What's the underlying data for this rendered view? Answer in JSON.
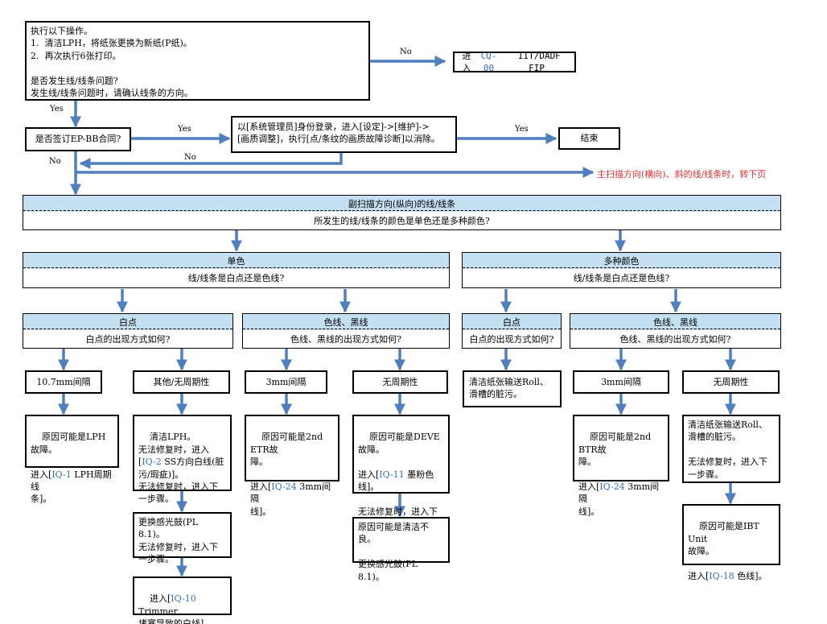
{
  "boxes": {
    "step1": "执行以下操作。\n1.  清洁LPH，将纸张更换为新纸(P纸)。\n2.  再次执行6张打印。\n\n是否发生线/线条问题?\n发生线/线条问题时，请确认线条的方向。",
    "cq_pre": "进入",
    "cq_ref": "CQ-00",
    "cq_post": " IIT/DADF FIP",
    "contract": "是否签订EP-BB合同?",
    "admin": "以[系统管理员]身份登录，进入[设定]->[维护]->\n[画质调整]，执行[点/条纹的画质故障诊断]以消除。",
    "end": "结束",
    "ms_interval": "10.7mm间隔",
    "ms_other": "其他/无周期性",
    "mc_3mm": "3mm间隔",
    "mc_none": "无周期性",
    "mw_dirt": "清洁纸张输送Roll、\n滑槽的脏污。",
    "mcc_3mm": "3mm间隔",
    "mcc_none": "无周期性",
    "lph_pre": "原因可能是LPH故障。\n\n进入[",
    "lph_ref": "IQ-1",
    "lph_post": " LPH周期线\n条]。",
    "clean_pre": "清洁LPH。\n无法修复时，进入\n[",
    "clean_ref": "IQ-2",
    "clean_post": " SS方向白线(脏\n污/瑕疵)]。\n无法修复时，进入下\n一步骤。",
    "drum1": "更换感光鼓(PL 8.1)。\n无法修复时，进入下\n一步骤。",
    "trim_pre": "进入[",
    "trim_ref": "IQ-10",
    "trim_post": " Trimmer\n堵塞导致的白线]。",
    "etr1_pre": "原因可能是2nd ETR故\n障。\n\n进入[",
    "etr1_ref": "IQ-24",
    "etr1_post": " 3mm间隔\n线]。",
    "deve_pre": "原因可能是DEVE故障。\n\n进入[",
    "deve_ref": "IQ-11",
    "deve_post": " 墨粉色线]。\n\n无法修复时，进入下\n一步骤。",
    "clean_bad": "原因可能是清洁不良。\n\n更换感光鼓(PL 8.1)。",
    "btr_pre": "原因可能是2nd BTR故\n障。\n\n进入[",
    "btr_ref": "IQ-24",
    "btr_post": " 3mm间隔\n线]。",
    "roll2": "清洁纸张输送Roll、\n滑槽的脏污。\n\n无法修复时，进入下\n一步骤。",
    "ibt_pre": "原因可能是IBT Unit\n故障。\n\n进入[",
    "ibt_ref": "IQ-18",
    "ibt_post": " 色线]。"
  },
  "headers": {
    "sub_title": "副扫描方向(纵向)的线/线条",
    "sub_q": "所发生的线/线条的颜色是单色还是多种颜色?",
    "mono_title": "单色",
    "mono_q": "线/线条是白点还是色线?",
    "multi_title": "多种颜色",
    "multi_q": "线/线条是白点还是色线?",
    "mw_title": "白点",
    "mw_q": "白点的出现方式如何?",
    "mc_title": "色线、黑线",
    "mc_q": "色线、黑线的出现方式如何?",
    "mw2_title": "白点",
    "mw2_q": "白点的出现方式如何?",
    "mc2_title": "色线、黑线",
    "mc2_q": "色线、黑线的出现方式如何?"
  },
  "labels": {
    "no1": "No",
    "yes1": "Yes",
    "yes2": "Yes",
    "yes3": "Yes",
    "no2": "No",
    "no3": "No"
  },
  "note": "主扫描方向(横向)、斜的线/线条时，转下页",
  "colors": {
    "arrow": "#4f7fbf",
    "header_fill": "#c5dff3",
    "note": "#e03030",
    "ref": "#3b6fb6"
  }
}
